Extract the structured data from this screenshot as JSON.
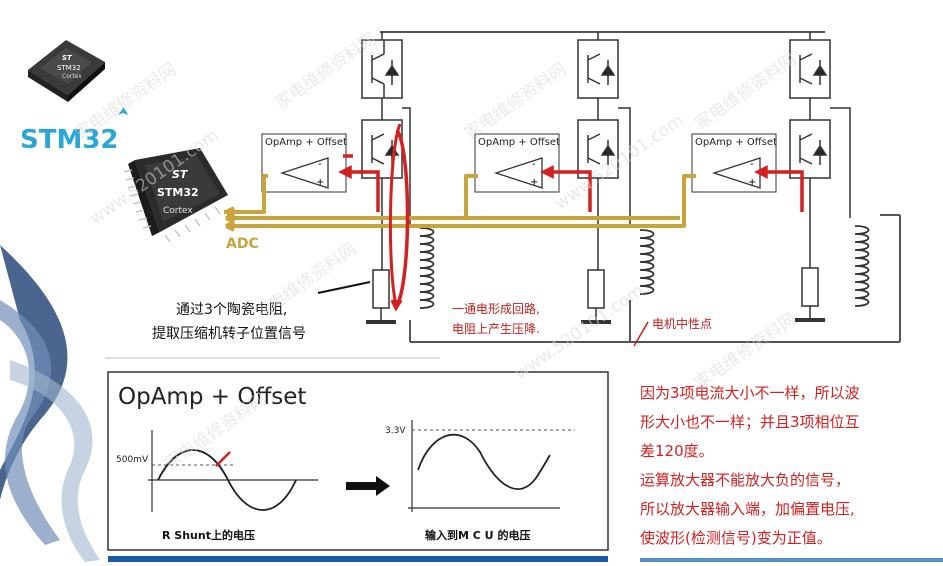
{
  "logo": {
    "brand": "STM32",
    "chip_small": {
      "st": "ST",
      "name": "STM32",
      "sub": "Cortex"
    },
    "chip_large": {
      "st": "ST",
      "name": "STM32",
      "sub": "Cortex"
    }
  },
  "circuit": {
    "adc_label": "ADC",
    "opamp_labels": [
      "OpAmp + Offset",
      "OpAmp + Offset",
      "OpAmp + Offset"
    ],
    "opamp_signs": {
      "minus": "-",
      "plus": "+"
    },
    "annotation_shunt": [
      "通过3个陶瓷电阻,",
      "提取压缩机转子位置信号"
    ],
    "annotation_loop": [
      "一通电形成回路,",
      "电阻上产生压降."
    ],
    "annotation_neutral": "电机中性点"
  },
  "waveform_panel": {
    "title": "OpAmp + Offset",
    "input_level": "500mV",
    "output_level": "3.3V",
    "input_caption": "R Shunt上的电压",
    "output_caption": "输入到M C U 的电压"
  },
  "explanation": [
    "因为3项电流大小不一样，所以波",
    "形大小也不一样；并且3项相位互",
    "差120度。",
    "运算放大器不能放大负的信号，",
    "所以放大器输入端，加偏置电压,",
    "使波形(检测信号)变为正值。"
  ],
  "watermarks": [
    "家电维修资料网",
    "www.520101.com"
  ],
  "colors": {
    "red": "#d42020",
    "gold": "#c9a33b",
    "blue": "#1a5aa0",
    "stm_blue": "#2aa7d8"
  }
}
